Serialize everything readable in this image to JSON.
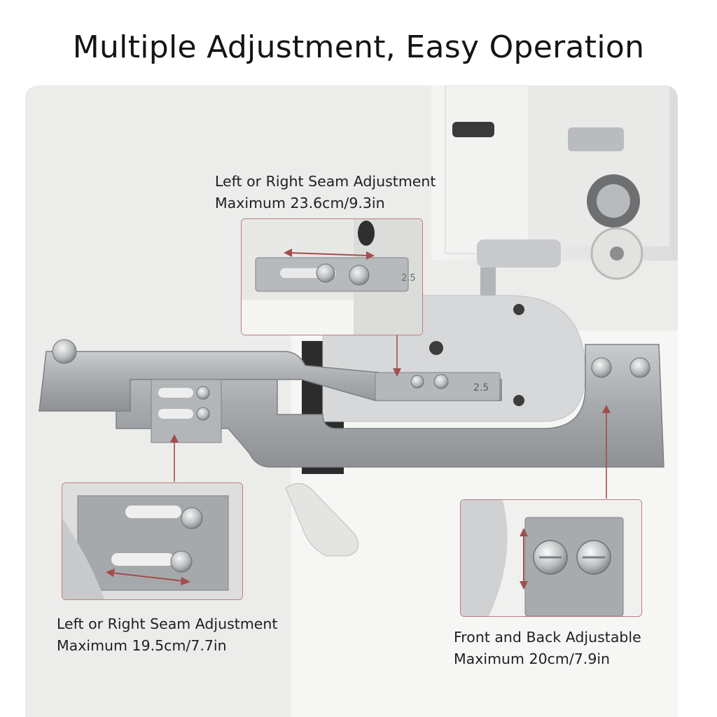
{
  "title": "Multiple Adjustment, Easy Operation",
  "callouts": [
    {
      "heading": "Left or Right Seam Adjustment",
      "detail": "Maximum 23.6cm/9.3in"
    },
    {
      "heading": "Left or Right Seam Adjustment",
      "detail": "Maximum 19.5cm/7.7in"
    },
    {
      "heading": "Front and Back Adjustable",
      "detail": "Maximum 20cm/7.9in"
    }
  ],
  "plate_marking": "2.5",
  "colors": {
    "arrow": "#a34d4d",
    "inset_border": "#b8807f",
    "metal": "#a9acae"
  }
}
